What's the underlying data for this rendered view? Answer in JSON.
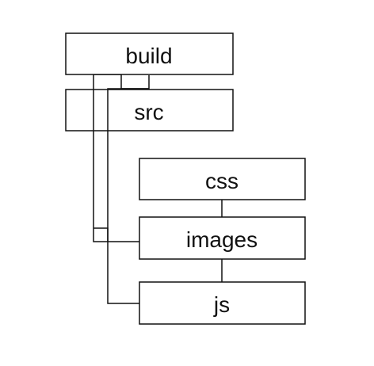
{
  "diagram": {
    "nodes": {
      "build": "build",
      "src": "src",
      "css": "css",
      "images": "images",
      "js": "js"
    }
  },
  "colors": {
    "line": "#111111",
    "box_fill": "#ffffff",
    "background": "#ffffff"
  }
}
